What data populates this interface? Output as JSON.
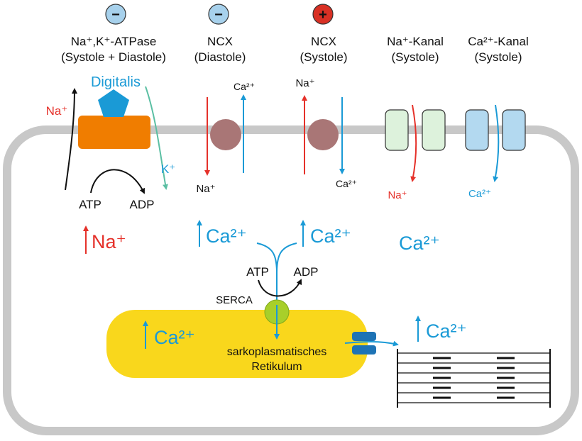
{
  "colors": {
    "na_red": "#E5312A",
    "ca_blue": "#1A9AD6",
    "k_teal": "#5BBFA3",
    "atpase_orange": "#F07D00",
    "ncx_brown": "#A97676",
    "sr_yellow": "#F9D71C",
    "serca_green": "#A8CF2A",
    "na_channel_fill": "#DDF2DC",
    "ca_channel_fill": "#B3D9F0",
    "membrane_gray": "#C8C8C8",
    "minus_badge": "#A7D1EC",
    "plus_badge": "#D93024"
  },
  "header": {
    "items": [
      {
        "sign": "−",
        "kind": "inhibit",
        "line1": "Na⁺,K⁺-ATPase",
        "line2": "(Systole + Diastole)"
      },
      {
        "sign": "−",
        "kind": "inhibit",
        "line1": "NCX",
        "line2": "(Diastole)"
      },
      {
        "sign": "+",
        "kind": "activate",
        "line1": "NCX",
        "line2": "(Systole)"
      },
      {
        "sign": "",
        "kind": "none",
        "line1": "Na⁺-Kanal",
        "line2": "(Systole)"
      },
      {
        "sign": "",
        "kind": "none",
        "line1": "Ca²⁺-Kanal",
        "line2": "(Systole)"
      }
    ]
  },
  "atpase": {
    "drug": "Digitalis",
    "na_label": "Na⁺",
    "k_label": "K⁺",
    "atp": "ATP",
    "adp": "ADP"
  },
  "ncx_diastole": {
    "ca_label": "Ca²⁺",
    "na_label": "Na⁺"
  },
  "ncx_systole": {
    "na_label": "Na⁺",
    "ca_label": "Ca²⁺"
  },
  "channels": {
    "na_label": "Na⁺",
    "ca_label": "Ca²⁺"
  },
  "cytosol": {
    "na_increase": "Na⁺",
    "ca_increase_left": "Ca²⁺",
    "ca_increase_right": "Ca²⁺",
    "ca_plain": "Ca²⁺",
    "serca_atp": "ATP",
    "serca_adp": "ADP",
    "serca_label": "SERCA"
  },
  "sr": {
    "ca_increase": "Ca²⁺",
    "line1": "sarkoplasmatisches",
    "line2": "Retikulum",
    "myofil_ca": "Ca²⁺"
  }
}
